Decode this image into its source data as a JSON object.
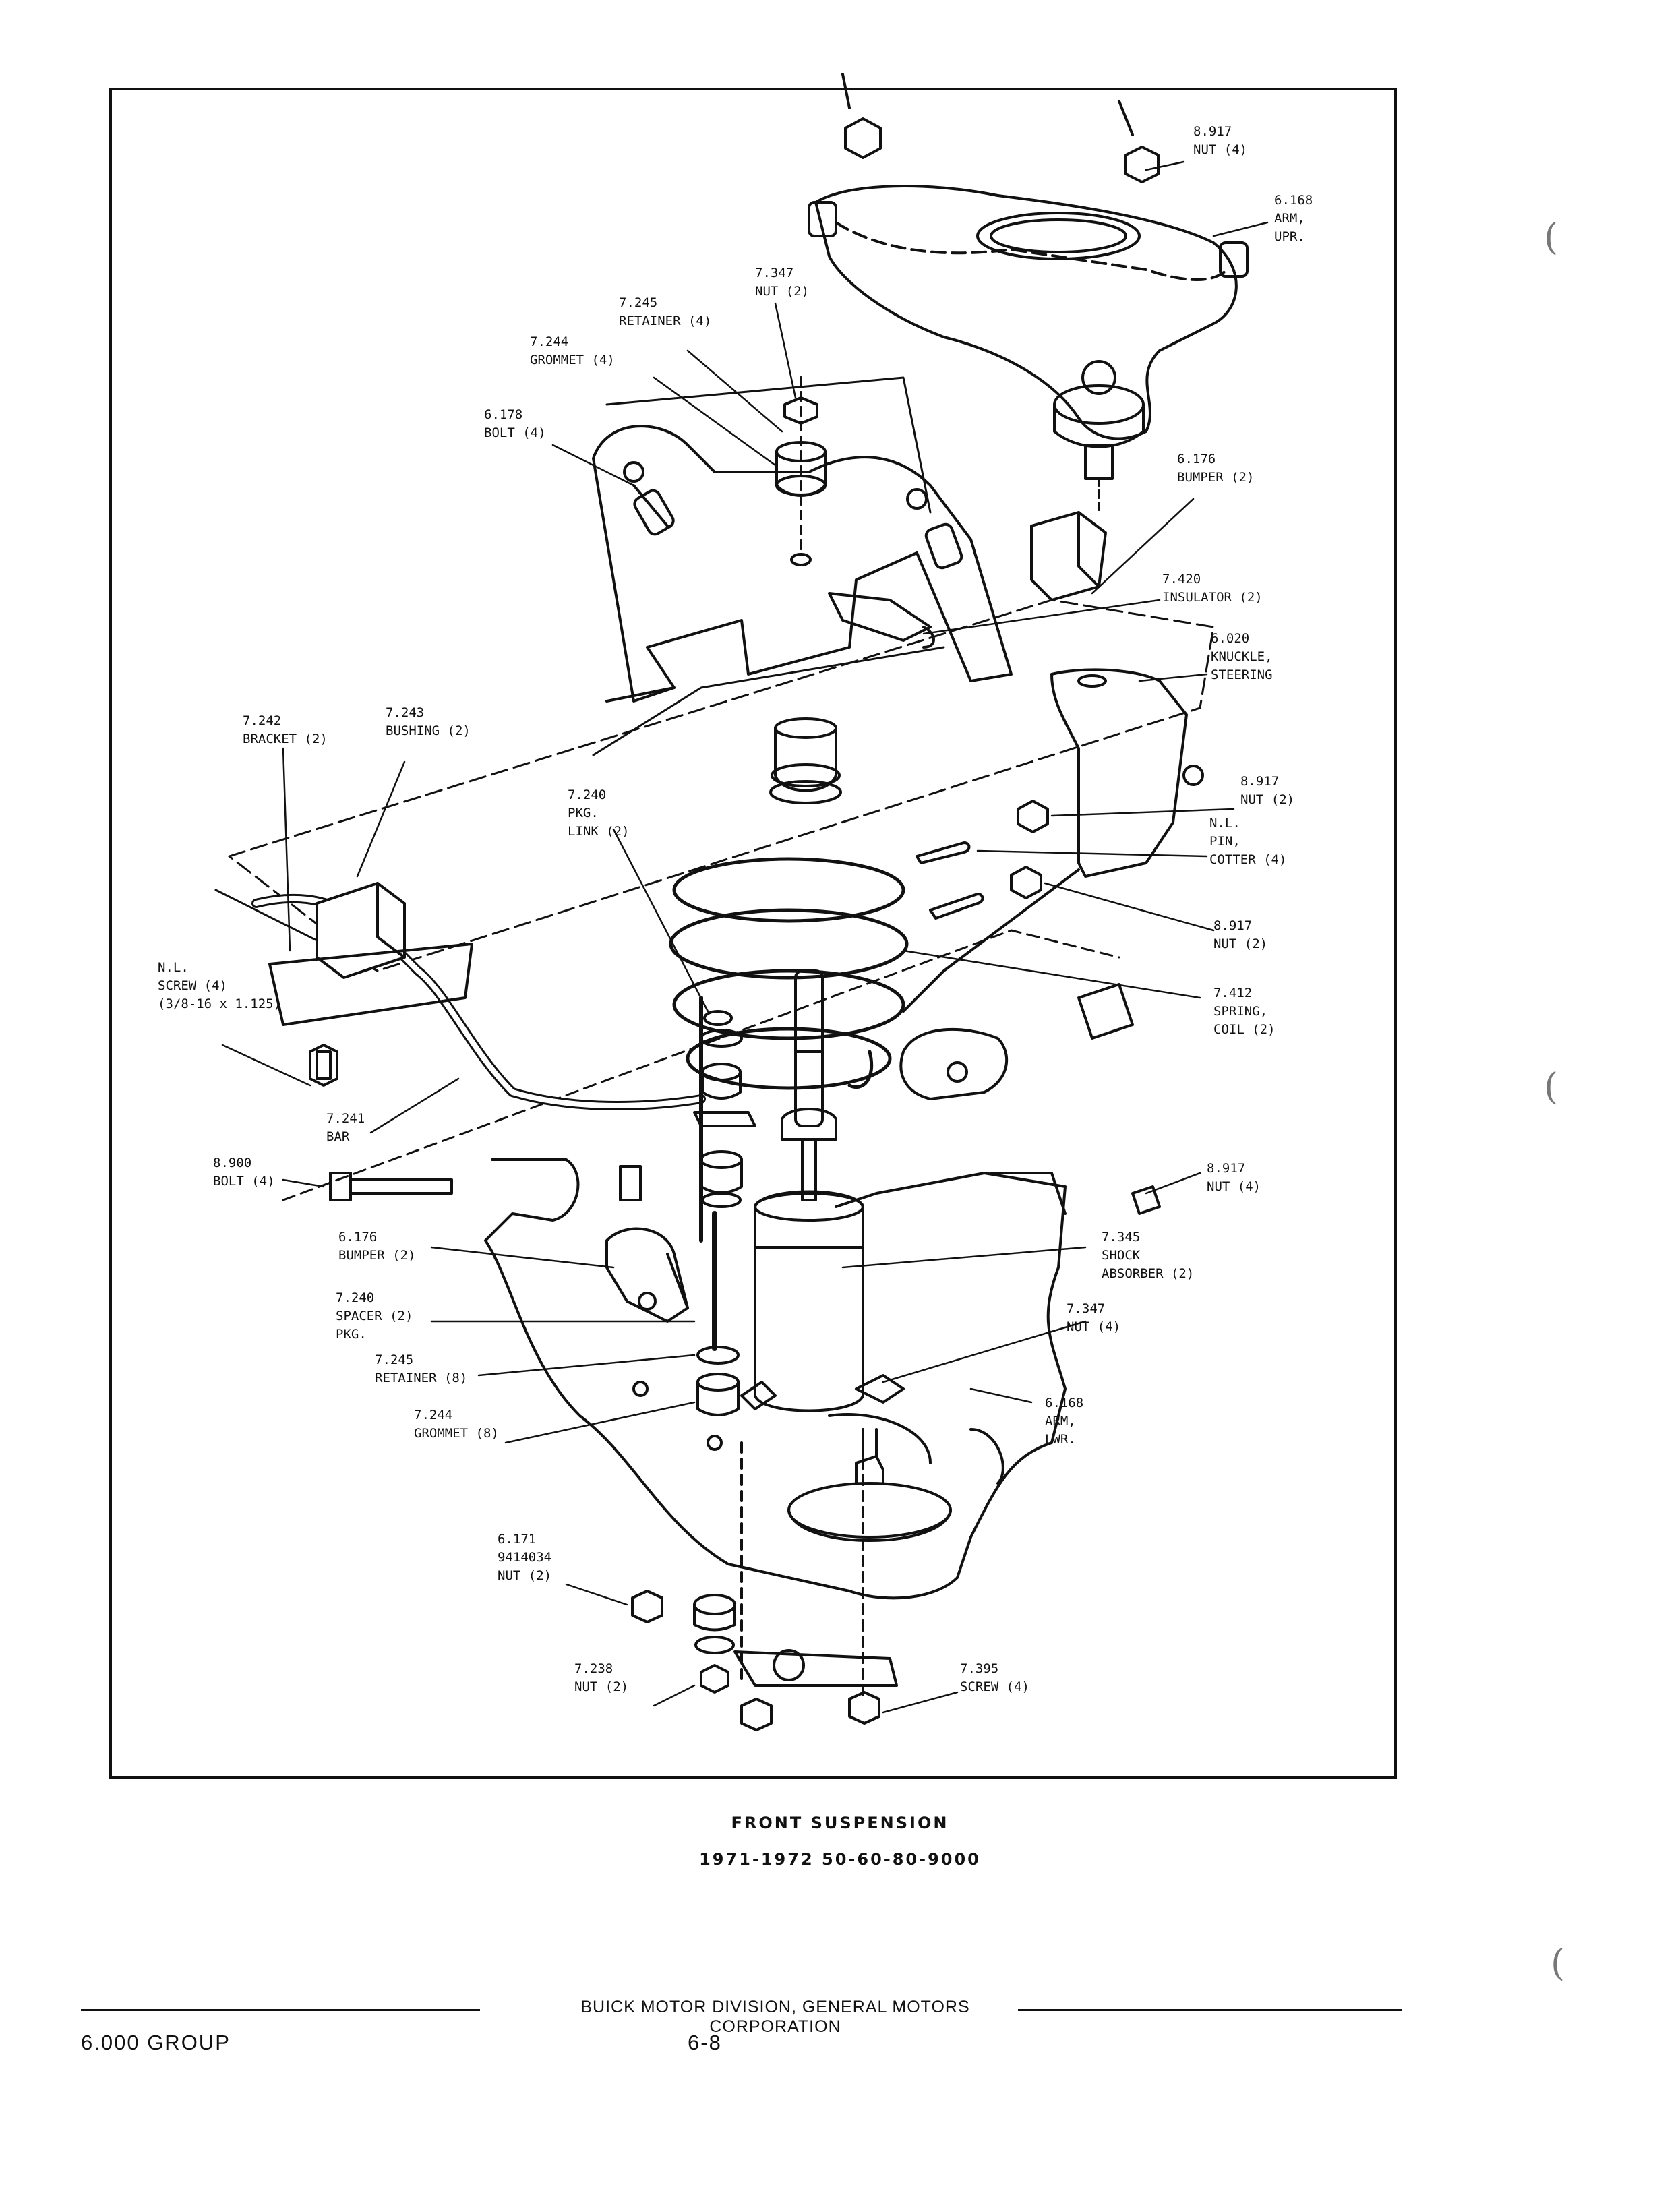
{
  "diagram": {
    "labels": {
      "nut_8917_top": "8.917\nNUT (4)",
      "arm_upper": "6.168\nARM,\nUPR.",
      "nut_7347_top": "7.347\nNUT (2)",
      "retainer_7245_top": "7.245\nRETAINER (4)",
      "grommet_7244_top": "7.244\nGROMMET (4)",
      "bolt_6178": "6.178\nBOLT (4)",
      "bumper_6176_top": "6.176\nBUMPER (2)",
      "insulator_7420": "7.420\nINSULATOR (2)",
      "knuckle_6020": "6.020\nKNUCKLE,\nSTEERING",
      "bracket_7242": "7.242\nBRACKET (2)",
      "bushing_7243": "7.243\nBUSHING (2)",
      "pkg_link_7240": "7.240\nPKG.\nLINK (2)",
      "nut_8917_mid": "8.917\nNUT (2)",
      "pin_cotter": "N.L.\nPIN,\nCOTTER (4)",
      "nut_8917_mid2": "8.917\nNUT (2)",
      "spring_7412": "7.412\nSPRING,\nCOIL (2)",
      "screw_nl": "N.L.\nSCREW (4)\n(3/8-16 x 1.125)",
      "bar_7241": "7.241\nBAR",
      "bolt_8900": "8.900\nBOLT (4)",
      "nut_8917_low": "8.917\nNUT (4)",
      "shock_7345": "7.345\nSHOCK\nABSORBER (2)",
      "bumper_6176_low": "6.176\nBUMPER (2)",
      "spacer_7240": "7.240\nSPACER (2)\nPKG.",
      "nut_7347_low": "7.347\nNUT (4)",
      "retainer_7245_low": "7.245\nRETAINER (8)",
      "arm_lower": "6.168\nARM,\nLWR.",
      "grommet_7244_low": "7.244\nGROMMET (8)",
      "nut_6171": "6.171\n9414034\nNUT (2)",
      "nut_7238": "7.238\nNUT (2)",
      "screw_7395": "7.395\nSCREW (4)"
    }
  },
  "caption": {
    "title": "FRONT SUSPENSION",
    "subtitle": "1971-1972 50-60-80-9000"
  },
  "footer": {
    "division": "BUICK MOTOR DIVISION, GENERAL MOTORS CORPORATION",
    "group": "6.000 GROUP",
    "page": "6-8"
  }
}
